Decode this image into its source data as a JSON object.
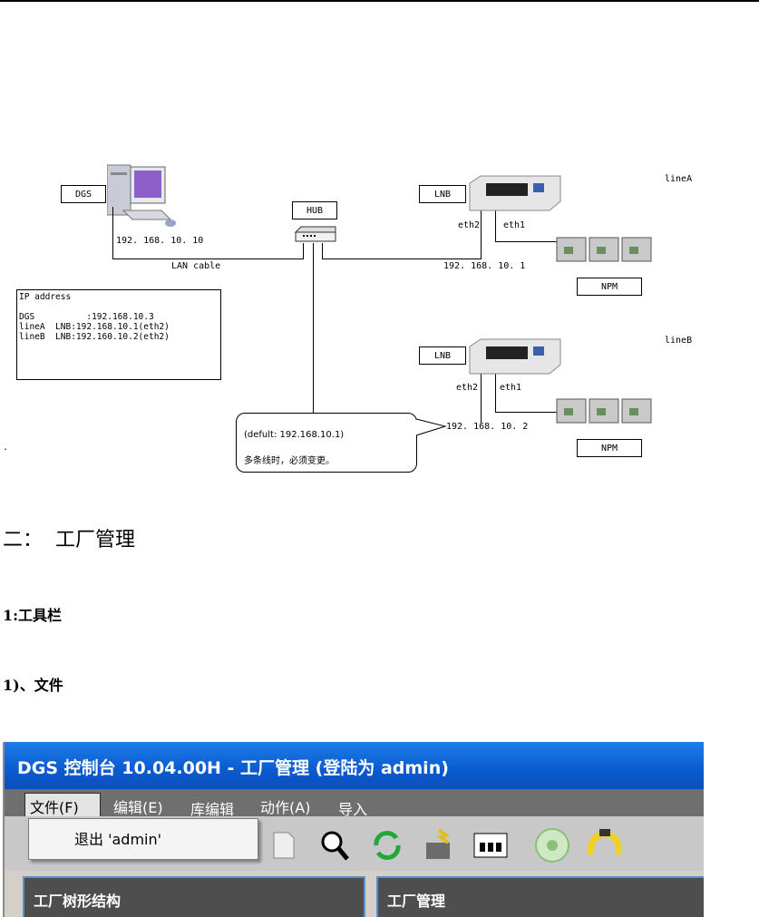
{
  "diagram": {
    "dgs_label": "DGS",
    "dgs_ip": "192. 168. 10. 10",
    "hub_label": "HUB",
    "lan_cable_label": "LAN cable",
    "lnb_a_label": "LNB",
    "lnb_a_eth2": "eth2",
    "lnb_a_eth1": "eth1",
    "lnb_a_ip": "192. 168. 10. 1",
    "line_a_label": "lineA",
    "npm_a_label": "NPM",
    "lnb_b_label": "LNB",
    "lnb_b_eth2": "eth2",
    "lnb_b_eth1": "eth1",
    "lnb_b_ip": "192. 168. 10. 2",
    "line_b_label": "lineB",
    "npm_b_label": "NPM",
    "ip_box": {
      "title": "IP address",
      "line1": "DGS          :192.168.10.3",
      "line2": "lineA  LNB:192.168.10.1(eth2)",
      "line3": "lineB  LNB:192.160.10.2(eth2)"
    },
    "callout_line1": "(defult: 192.168.10.1)",
    "callout_line2": "多条线时，必须变更。",
    "stray_dot": "."
  },
  "headings": {
    "section": "二：  工厂管理",
    "sub1": "1:工具栏",
    "sub2": "1)、文件"
  },
  "app": {
    "title": "DGS 控制台 10.04.00H - 工厂管理 (登陆为 admin)",
    "menu": [
      "文件(F)",
      "编辑(E)",
      "库编辑",
      "动作(A)",
      "导入"
    ],
    "dropdown_item": "退出 'admin'",
    "panel_left": "工厂树形结构",
    "panel_right": "工厂管理"
  }
}
